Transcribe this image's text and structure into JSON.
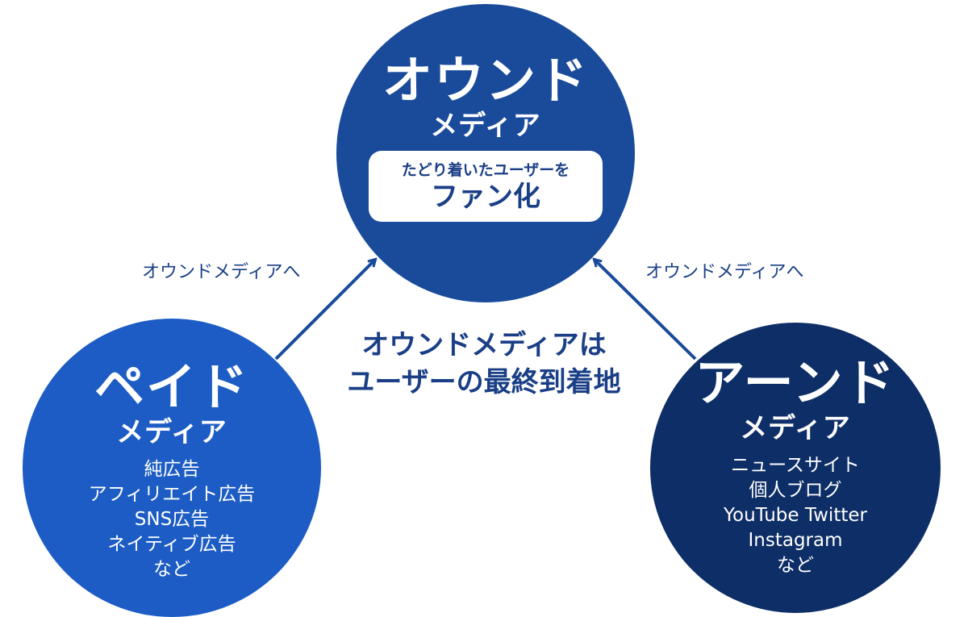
{
  "colors": {
    "owned": "#1a4b9b",
    "paid": "#1c5cc4",
    "earned": "#0d2e66",
    "text_dark": "#1a3f86",
    "arrow": "#1a4b9b"
  },
  "owned": {
    "title": "オウンド",
    "subtitle": "メディア",
    "box_line1": "たどり着いたユーザーを",
    "box_line2": "ファン化"
  },
  "paid": {
    "title": "ペイド",
    "subtitle": "メディア",
    "items": [
      "純広告",
      "アフィリエイト広告",
      "SNS広告",
      "ネイティブ広告",
      "など"
    ]
  },
  "earned": {
    "title": "アーンド",
    "subtitle": "メディア",
    "items": [
      "ニュースサイト",
      "個人ブログ",
      "YouTube Twitter",
      "Instagram",
      "など"
    ]
  },
  "arrows": {
    "left_label": "オウンドメディアへ",
    "right_label": "オウンドメディアへ"
  },
  "center": {
    "line1": "オウンドメディアは",
    "line2": "ユーザーの最終到着地"
  }
}
